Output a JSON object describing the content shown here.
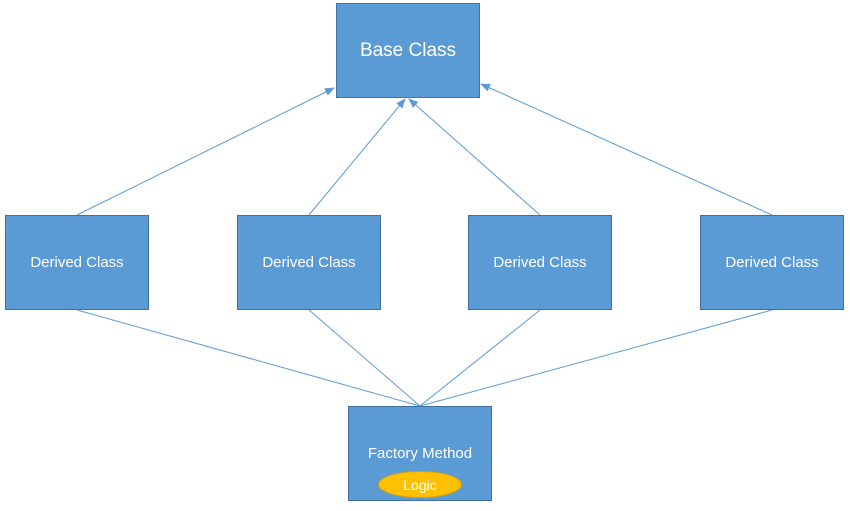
{
  "diagram": {
    "base_class": {
      "label": "Base Class"
    },
    "derived_classes": [
      {
        "label": "Derived Class"
      },
      {
        "label": "Derived Class"
      },
      {
        "label": "Derived Class"
      },
      {
        "label": "Derived Class"
      }
    ],
    "factory": {
      "label": "Factory Method",
      "logic_label": "Logic"
    },
    "colors": {
      "box_fill": "#5b9bd5",
      "box_border": "#41719c",
      "connector": "#5b9bd5",
      "logic_fill": "#ffc000",
      "text": "#ffffff"
    }
  }
}
